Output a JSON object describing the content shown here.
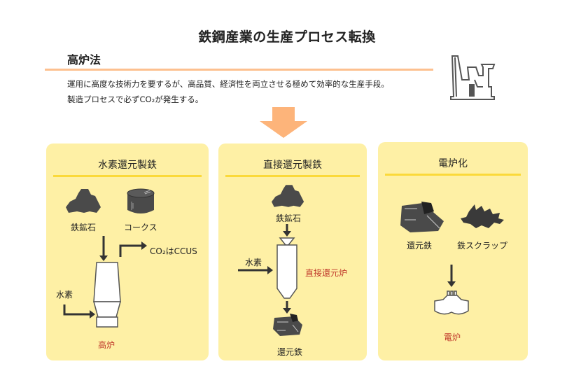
{
  "title": "鉄鋼産業の生産プロセス転換",
  "section": {
    "title": "高炉法",
    "description_line1": "運用に高度な技術力を要するが、高品質、経済性を両立させる極めて効率的な生産手段。",
    "description_line2": "製造プロセスで必ずCO₂が発生する。",
    "icon": "factory-icon"
  },
  "colors": {
    "accent_orange": "#fdc08f",
    "panel_bg": "#fef0a5",
    "panel_rule": "#fbd93a",
    "furnace_label": "#c0392b",
    "icon_dark": "#3a3a3a"
  },
  "panels": [
    {
      "title": "水素還元製鉄",
      "inputs": [
        "鉄鉱石",
        "コークス"
      ],
      "output_note": "CO₂はCCUS",
      "side_input": "水素",
      "furnace": "高炉"
    },
    {
      "title": "直接還元製鉄",
      "inputs": [
        "鉄鉱石"
      ],
      "side_input": "水素",
      "furnace": "直接還元炉",
      "product": "還元鉄"
    },
    {
      "title": "電炉化",
      "inputs": [
        "還元鉄",
        "鉄スクラップ"
      ],
      "furnace": "電炉"
    }
  ]
}
